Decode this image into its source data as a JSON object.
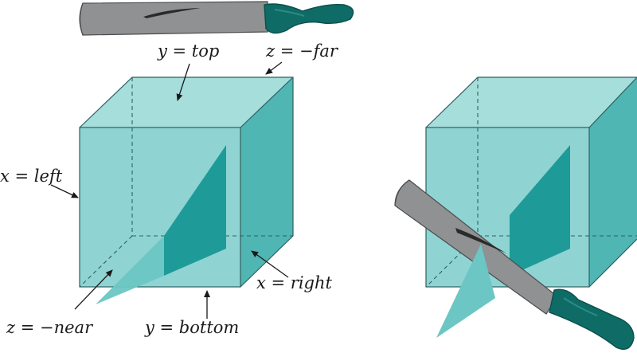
{
  "labels": {
    "y_top": "y = top",
    "z_far": "z = −far",
    "x_left": "x = left",
    "x_right": "x = right",
    "z_near": "z = −near",
    "y_bottom": "y = bottom"
  },
  "colors": {
    "cube_front": "#8fd4d2",
    "cube_top": "#a6dedc",
    "cube_side": "#4fb6b3",
    "plane_light": "#6cc6c3",
    "plane_dark": "#1e9b98",
    "blade": "#8f9193",
    "blade_edge": "#4a4c4e",
    "handle": "#0f6b66",
    "handle_dark": "#0a4f4b"
  },
  "icons": {
    "knife": "machete-icon"
  }
}
